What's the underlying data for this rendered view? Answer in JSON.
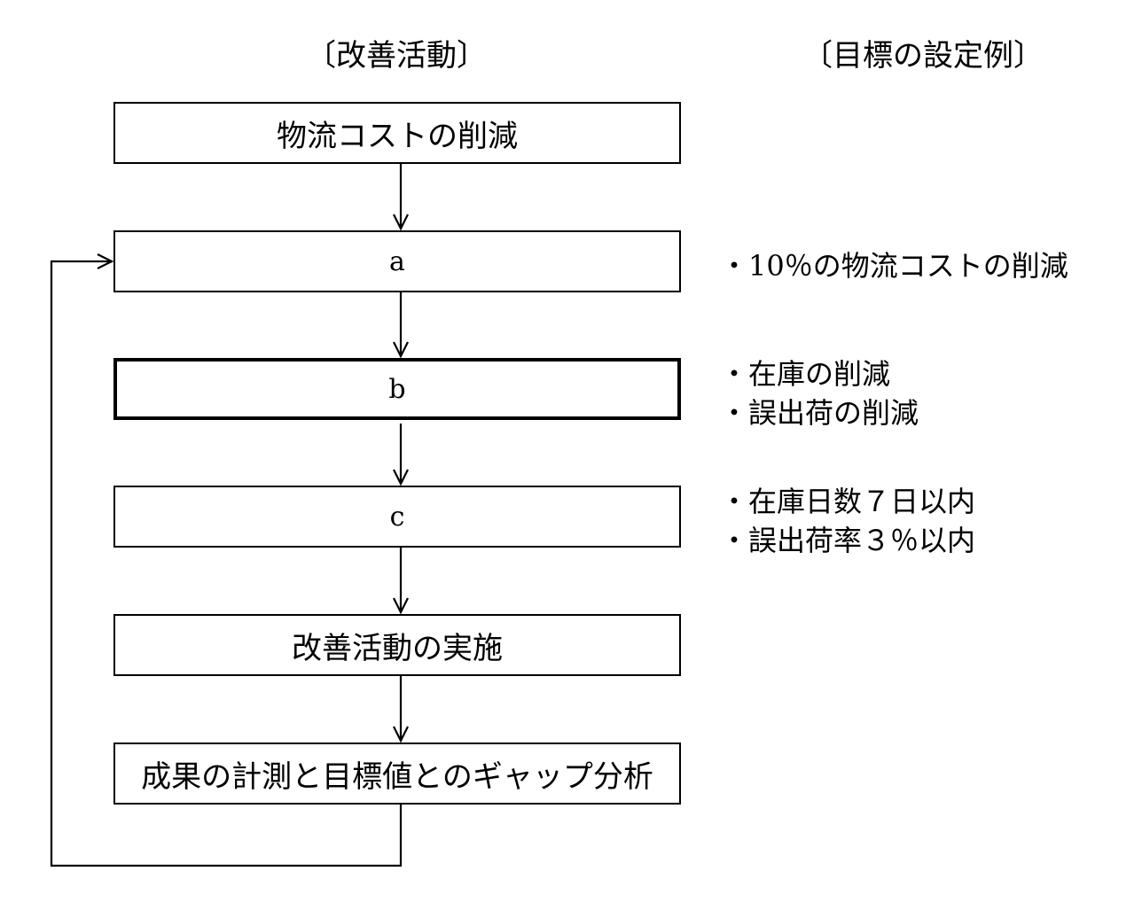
{
  "headers": {
    "left": "〔改善活動〕",
    "right": "〔目標の設定例〕"
  },
  "steps": [
    {
      "id": "step-1",
      "label": "物流コストの削減"
    },
    {
      "id": "step-a",
      "label": "a"
    },
    {
      "id": "step-b",
      "label": "b"
    },
    {
      "id": "step-c",
      "label": "c"
    },
    {
      "id": "step-5",
      "label": "改善活動の実施"
    },
    {
      "id": "step-6",
      "label": "成果の計測と目標値とのギャップ分析"
    }
  ],
  "examples": {
    "a": [
      "・10％の物流コストの削減"
    ],
    "b": [
      "・在庫の削減",
      "・誤出荷の削減"
    ],
    "c": [
      "・在庫日数７日以内",
      "・誤出荷率３％以内"
    ]
  }
}
